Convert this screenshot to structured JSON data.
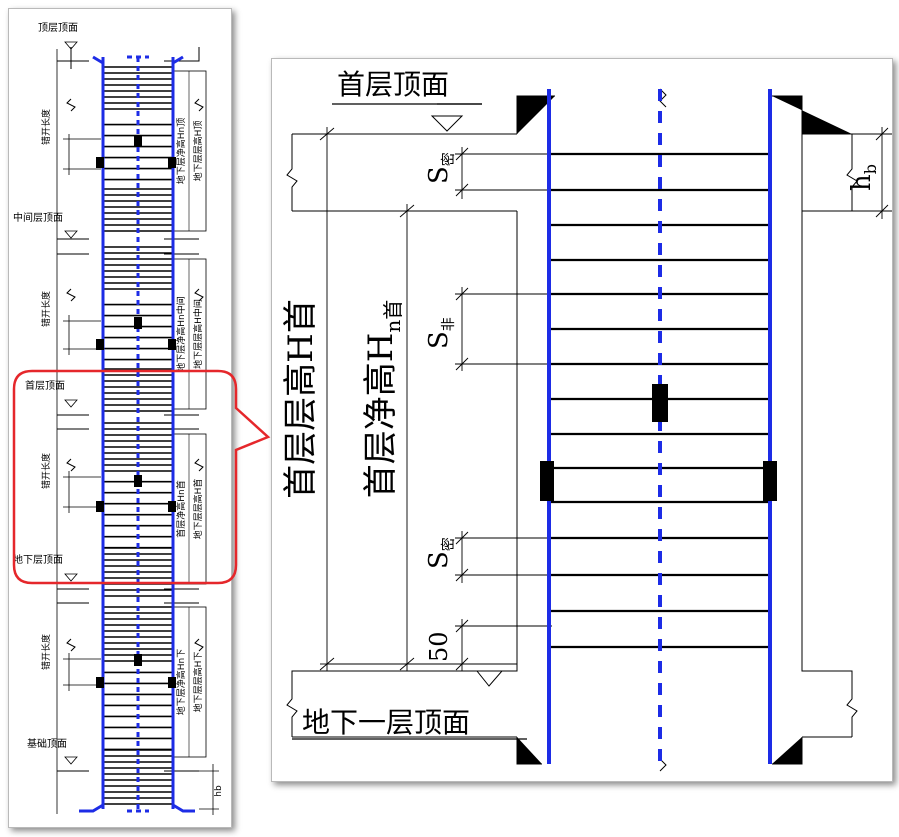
{
  "colors": {
    "rebar_blue": "#1d2ce6",
    "callout_red": "#e5272b",
    "line": "#000000"
  },
  "left": {
    "top_level_label": "顶层顶面",
    "mid_level_label": "中间层顶面",
    "first_level_label": "首层顶面",
    "basement_level_label": "地下层顶面",
    "foundation_label": "基础顶面",
    "stagger_label": "错开长度",
    "clear_height_1": "地下层净高Hn顶",
    "floor_height_1": "地下层层高H顶",
    "clear_height_2": "地下层净高Hn中间",
    "floor_height_2": "地下层层高H中间",
    "clear_height_3": "首层净高Hn首",
    "floor_height_3": "地下层层高H首",
    "clear_height_4": "地下层净高Hn下",
    "floor_height_4": "地下层层高H下",
    "hb": "hb"
  },
  "right": {
    "top_label": "首层顶面",
    "bottom_label": "地下一层顶面",
    "floor_height": "首层层高H首",
    "clear_height_main": "首层净高H",
    "clear_height_sub": "n首",
    "s_dense_main": "S",
    "s_dense_sub": "密",
    "s_sparse_main": "S",
    "s_sparse_sub": "非",
    "dim_50": "50",
    "hb_main": "h",
    "hb_sub": "b"
  }
}
